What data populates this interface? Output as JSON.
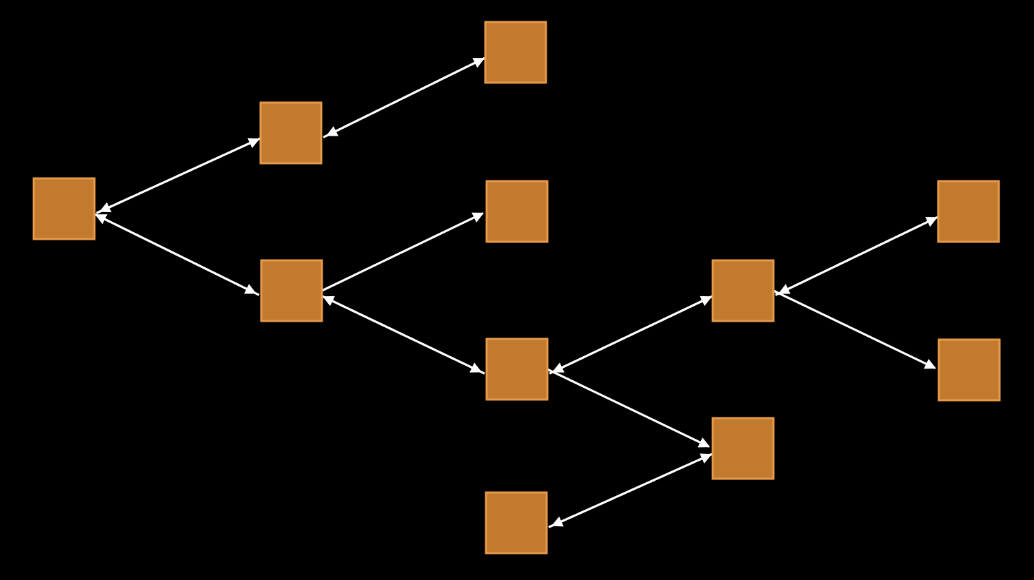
{
  "diagram": {
    "type": "tree-traversal",
    "background_color": "#000000",
    "node_fill_color": "#c27a2e",
    "node_border_color": "#e69a4a",
    "edge_color": "#ffffff",
    "nodes": [
      {
        "id": "n1",
        "label": ""
      },
      {
        "id": "n2",
        "label": ""
      },
      {
        "id": "n3",
        "label": ""
      },
      {
        "id": "n4",
        "label": ""
      },
      {
        "id": "n5",
        "label": ""
      },
      {
        "id": "n6",
        "label": ""
      },
      {
        "id": "n7",
        "label": ""
      },
      {
        "id": "n8",
        "label": ""
      },
      {
        "id": "n9",
        "label": ""
      },
      {
        "id": "n10",
        "label": ""
      },
      {
        "id": "n11",
        "label": ""
      },
      {
        "id": "n12",
        "label": ""
      }
    ],
    "edges": [
      {
        "from": "n1",
        "to": "n2",
        "style": "solid"
      },
      {
        "from": "n2",
        "to": "n1",
        "style": "dashed"
      },
      {
        "from": "n2",
        "to": "n4",
        "style": "solid"
      },
      {
        "from": "n4",
        "to": "n2",
        "style": "dashed"
      },
      {
        "from": "n1",
        "to": "n3",
        "style": "solid"
      },
      {
        "from": "n3",
        "to": "n1",
        "style": "dashed"
      },
      {
        "from": "n3",
        "to": "n5",
        "style": "solid"
      },
      {
        "from": "n3",
        "to": "n6",
        "style": "solid"
      },
      {
        "from": "n6",
        "to": "n3",
        "style": "dashed"
      },
      {
        "from": "n6",
        "to": "n8",
        "style": "solid"
      },
      {
        "from": "n8",
        "to": "n6",
        "style": "dashed"
      },
      {
        "from": "n8",
        "to": "n11",
        "style": "solid"
      },
      {
        "from": "n11",
        "to": "n8",
        "style": "dashed"
      },
      {
        "from": "n8",
        "to": "n12",
        "style": "solid"
      },
      {
        "from": "n6",
        "to": "n9",
        "style": "solid"
      },
      {
        "from": "n7",
        "to": "n9",
        "style": "solid"
      },
      {
        "from": "n9",
        "to": "n7",
        "style": "dashed"
      }
    ]
  }
}
